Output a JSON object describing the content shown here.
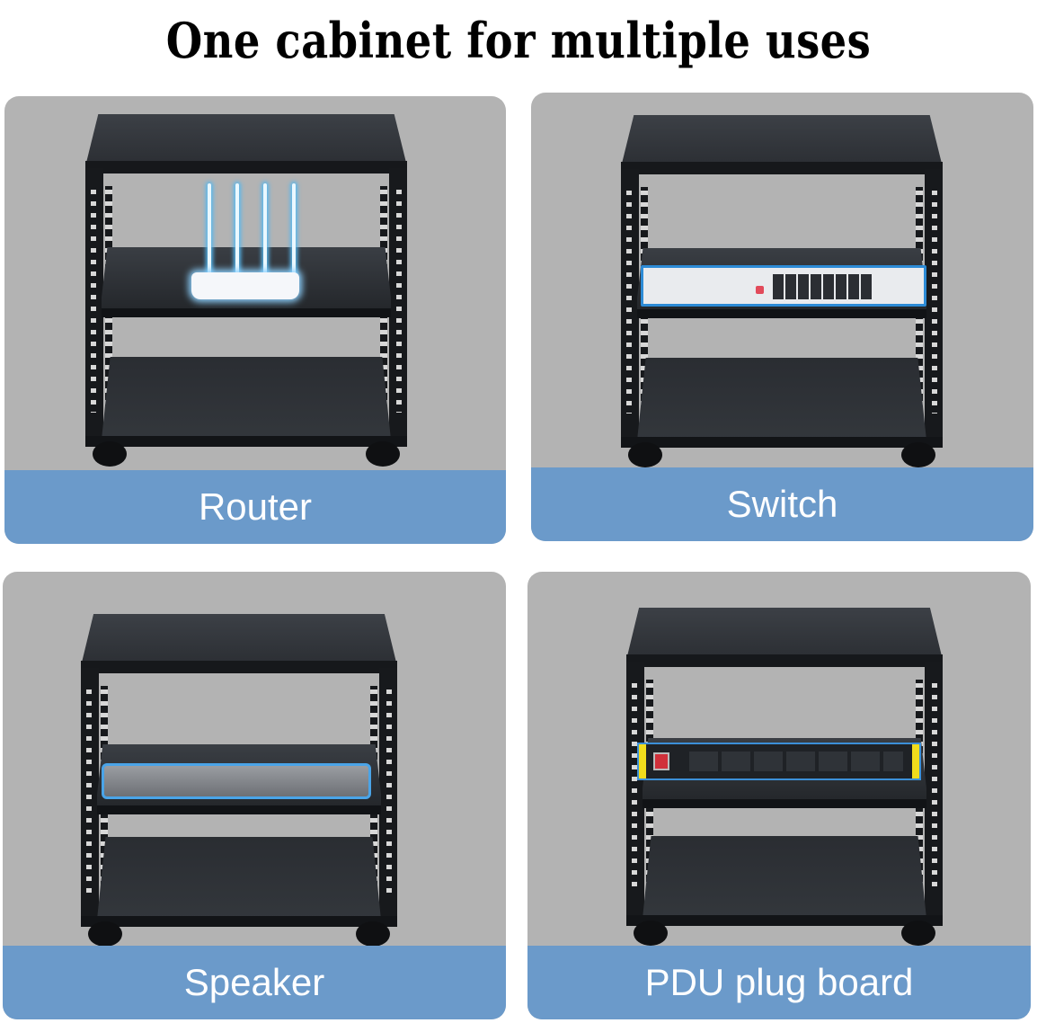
{
  "title": "One cabinet for multiple uses",
  "cards": [
    {
      "label": "Router",
      "device": "router"
    },
    {
      "label": "Switch",
      "device": "network-switch"
    },
    {
      "label": "Speaker",
      "device": "speaker"
    },
    {
      "label": "PDU plug board",
      "device": "pdu-power-strip"
    }
  ],
  "colors": {
    "card_background": "#b3b3b3",
    "label_bar": "#6b9aca",
    "label_text": "#ffffff",
    "highlight_outline": "#3c90d8",
    "cabinet": "#1e2125"
  }
}
